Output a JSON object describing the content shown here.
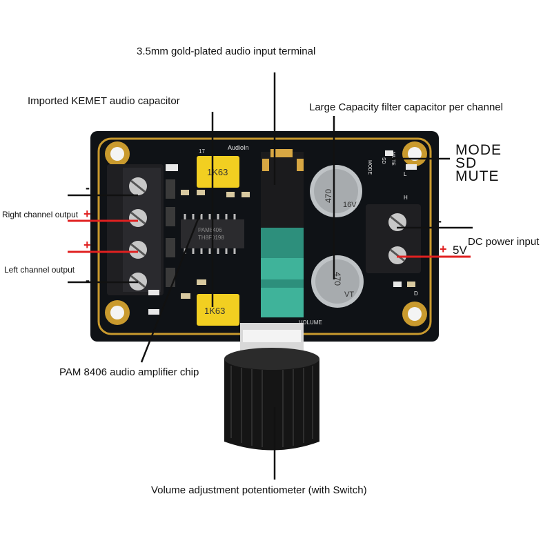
{
  "labels": {
    "audio_input": "3.5mm gold-plated audio input terminal",
    "kemet_cap": "Imported KEMET audio capacitor",
    "filter_cap": "Large Capacity filter capacitor per channel",
    "mode": "MODE",
    "sd": "SD",
    "mute": "MUTE",
    "right_channel": "Right channel output",
    "left_channel": "Left channel output",
    "dc_input": "DC power input",
    "voltage": "5V",
    "chip": "PAM 8406 audio amplifier chip",
    "pot": "Volume adjustment potentiometer (with Switch)"
  },
  "signs": {
    "minus": "-",
    "plus": "+"
  },
  "board": {
    "audio_in": "AudioIn",
    "volume": "VOLUME",
    "cap_code": "1K63",
    "cap_code_2": "1K63",
    "elcap_value": "470",
    "elcap_voltage": "16V",
    "elcap_series": "VT",
    "chip_text": "PAM8406",
    "chip_text_2": "TH8F0198",
    "silk_mode": "MODE",
    "silk_sd": "SD",
    "silk_mute": "MUTE",
    "silk_l": "L",
    "silk_h": "H",
    "silk_d": "D",
    "silk_17": "17"
  },
  "colors": {
    "pcb": "#111418",
    "gold": "#c99a2e",
    "kemet_yellow": "#f2cf21",
    "pot_teal": "#3fb39a",
    "red_lead": "#e02020"
  }
}
